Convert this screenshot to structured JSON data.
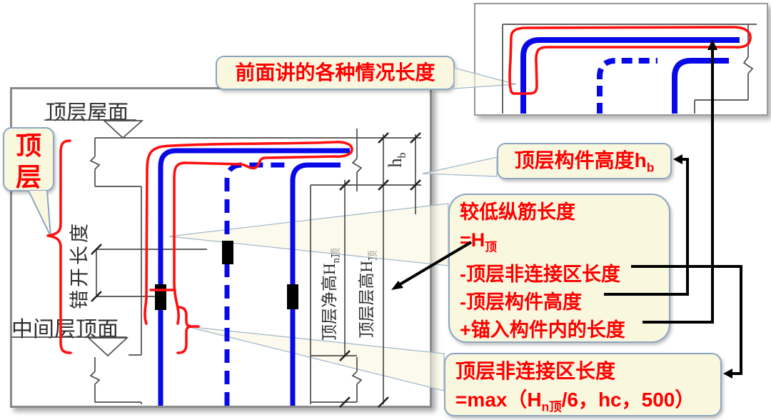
{
  "callouts": {
    "previous_cases": {
      "text": "前面讲的各种情况长度"
    },
    "top_floor": {
      "text": "顶层"
    },
    "member_height": {
      "base": "顶层构件高度h",
      "sub": "b"
    },
    "lower_bar": {
      "line1": "较低纵筋长度",
      "line2_base": "=H",
      "line2_sub": "顶",
      "line3": "-顶层非连接区长度",
      "line4": "-顶层构件高度",
      "line5": "+锚入构件内的长度"
    },
    "non_connection": {
      "line1": "顶层非连接区长度",
      "line2_pre": "=max（H",
      "line2_sub": "n顶",
      "line2_post": "/6，hc，500）"
    }
  },
  "diagram": {
    "roof_label": "顶层屋面",
    "mid_floor_label": "中间层顶面",
    "stagger_label": "错开长度",
    "clear_height_base": "顶层净高H",
    "clear_height_sub": "n顶",
    "storey_height_base": "顶层层高H",
    "storey_height_sub": "顶",
    "beam_height_base": "h",
    "beam_height_sub": "b"
  },
  "colors": {
    "callout_fill": "#FAF7DF",
    "callout_border": "#8CA6C0",
    "text_red": "#FF0000",
    "rebar_blue": "#0909E8",
    "annotation_red": "#FF0F0F",
    "cad_gray": "#4D4D4D",
    "connector_black": "#000000"
  }
}
